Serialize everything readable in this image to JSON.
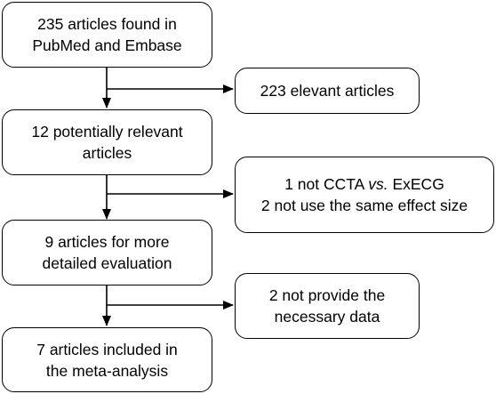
{
  "flowchart": {
    "main_boxes": [
      {
        "id": "found",
        "lines": [
          "235 articles found in",
          "PubMed and Embase"
        ]
      },
      {
        "id": "relevant",
        "lines": [
          "12 potentially relevant",
          "articles"
        ]
      },
      {
        "id": "evaluation",
        "lines": [
          "9 articles for more",
          "detailed evaluation"
        ]
      },
      {
        "id": "included",
        "lines": [
          "7 articles included in",
          "the meta-analysis"
        ]
      }
    ],
    "side_boxes": [
      {
        "id": "excluded1",
        "lines": [
          "223 elevant articles"
        ]
      },
      {
        "id": "excluded2",
        "line1_prefix": "1 not CCTA ",
        "line1_italic": "vs.",
        "line1_suffix": " ExECG",
        "line2": "2 not use the same effect size"
      },
      {
        "id": "excluded3",
        "lines": [
          "2 not provide the",
          "necessary data"
        ]
      }
    ]
  }
}
